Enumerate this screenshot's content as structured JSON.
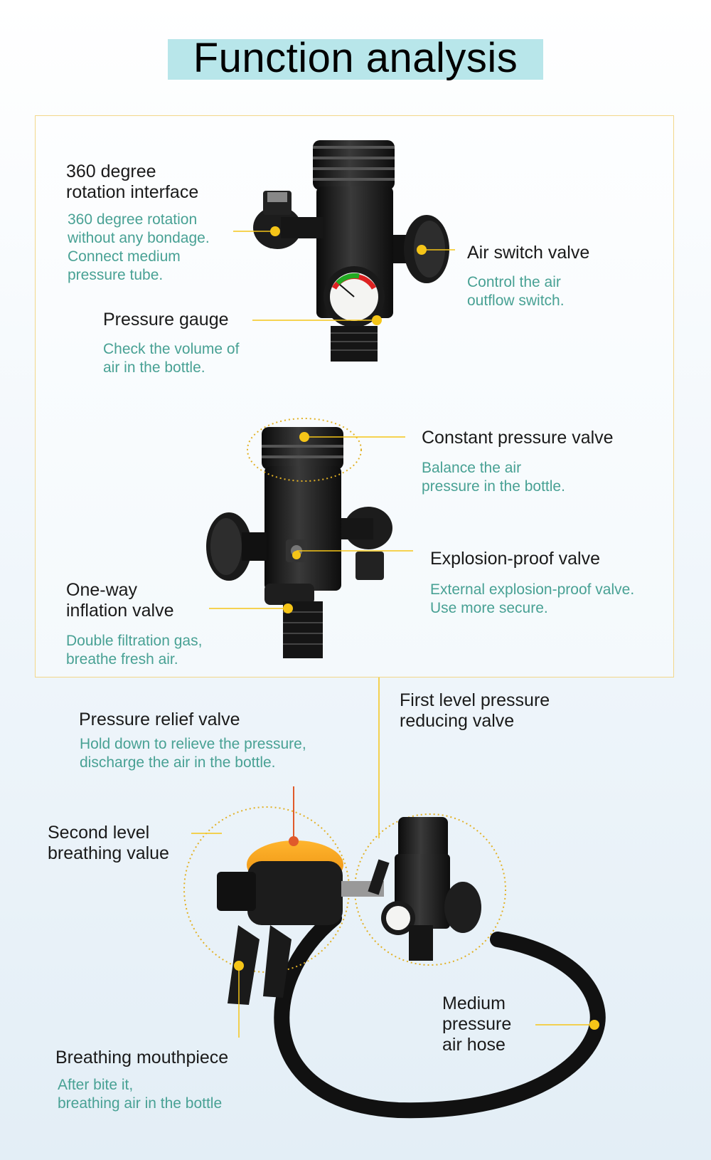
{
  "page": {
    "title": "Function analysis"
  },
  "colors": {
    "title_band": "#b8e6ea",
    "heading_text": "#1a1a1a",
    "description_text": "#48a194",
    "leader_line": "#f5c518",
    "panel_border": "#f3d78a",
    "relief_line": "#e05a2b"
  },
  "annotations": {
    "rotation_interface": {
      "heading": "360 degree\nrotation interface",
      "description": "360 degree rotation\nwithout any bondage.\nConnect medium\npressure tube."
    },
    "air_switch_valve": {
      "heading": "Air switch valve",
      "description": "Control the air\noutflow switch."
    },
    "pressure_gauge": {
      "heading": "Pressure gauge",
      "description": "Check the volume of\nair in the bottle."
    },
    "constant_pressure_valve": {
      "heading": "Constant pressure valve",
      "description": "Balance the air\npressure in the bottle."
    },
    "explosion_proof_valve": {
      "heading": "Explosion-proof valve",
      "description": "External explosion-proof valve.\nUse more secure."
    },
    "one_way_inflation_valve": {
      "heading": "One-way\ninflation valve",
      "description": "Double filtration gas,\nbreathe fresh air."
    },
    "first_level_valve": {
      "heading": "First level pressure\nreducing valve"
    },
    "pressure_relief_valve": {
      "heading": "Pressure relief valve",
      "description": "Hold down to relieve the pressure,\ndischarge the air in the bottle."
    },
    "second_level_valve": {
      "heading": "Second level\nbreathing value"
    },
    "medium_pressure_hose": {
      "heading": "Medium\npressure\nair hose"
    },
    "breathing_mouthpiece": {
      "heading": "Breathing mouthpiece",
      "description": "After bite it,\nbreathing air in the bottle"
    }
  }
}
